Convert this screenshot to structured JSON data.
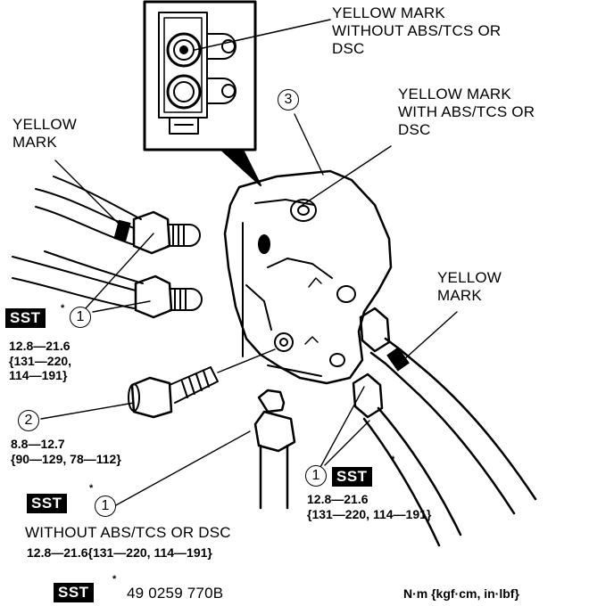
{
  "callouts": {
    "yellow_without": "YELLOW MARK\nWITHOUT ABS/TCS OR\nDSC",
    "yellow_with": "YELLOW MARK\nWITH ABS/TCS OR\nDSC",
    "yellow_left": "YELLOW\nMARK",
    "yellow_right": "YELLOW\nMARK"
  },
  "parts": {
    "p1": "1",
    "p2": "2",
    "p3": "3"
  },
  "sst": {
    "label": "SST",
    "asterisk": "*",
    "tool_number": "49 0259 770B"
  },
  "specs": {
    "left_torque": "12.8—21.6\n{131—220,\n114—191}",
    "bolt_torque": "8.8—12.7\n{90—129, 78—112}",
    "right_torque": "12.8—21.6\n{131—220, 114—191}",
    "without_note": "WITHOUT ABS/TCS OR DSC",
    "without_torque": "12.8—21.6{131—220, 114—191}"
  },
  "units": "N·m {kgf·cm, in·lbf}"
}
